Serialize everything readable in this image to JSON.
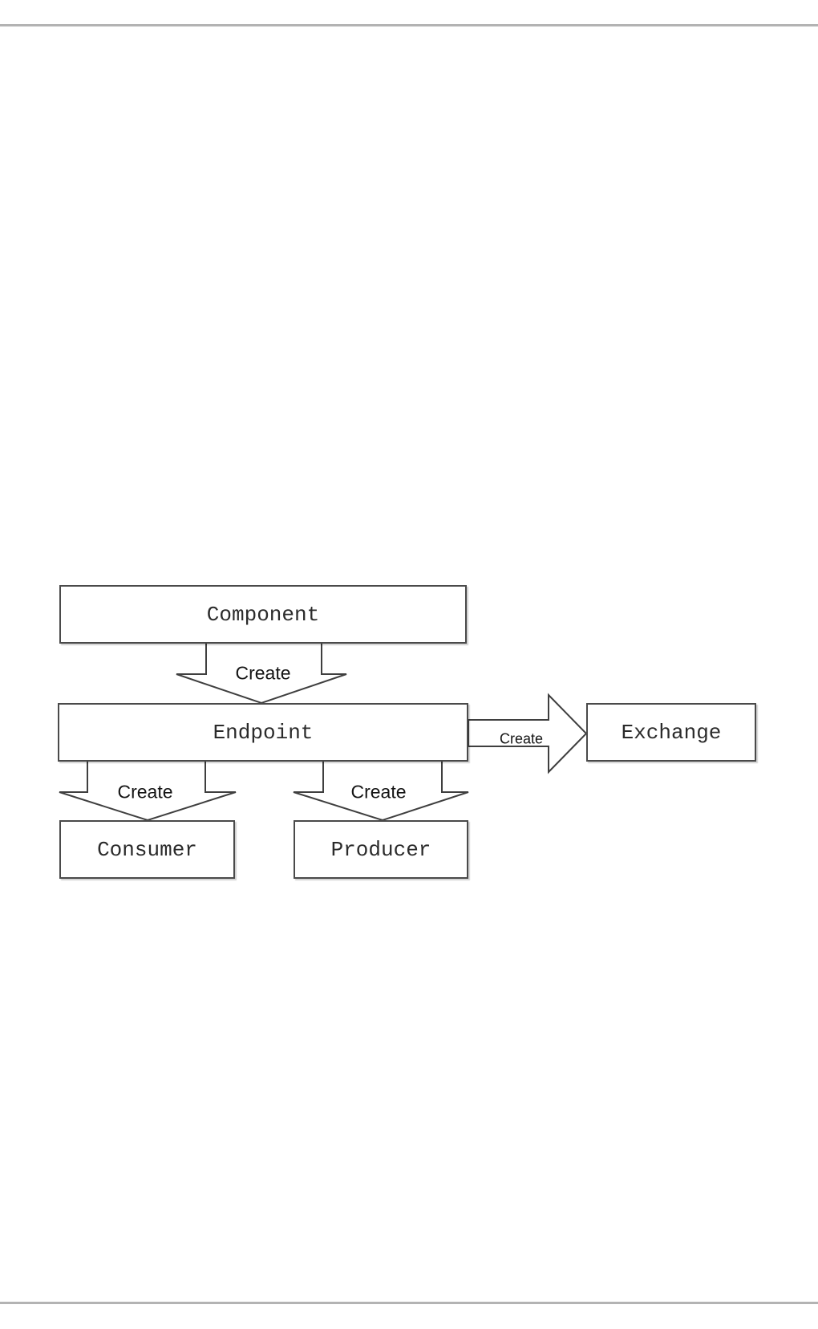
{
  "page": {
    "background_color": "#ffffff",
    "rule_color": "#b3b3b3"
  },
  "diagram": {
    "nodes": [
      {
        "id": "component",
        "label": "Component"
      },
      {
        "id": "endpoint",
        "label": "Endpoint"
      },
      {
        "id": "exchange",
        "label": "Exchange"
      },
      {
        "id": "consumer",
        "label": "Consumer"
      },
      {
        "id": "producer",
        "label": "Producer"
      }
    ],
    "edges": [
      {
        "from": "component",
        "to": "endpoint",
        "label": "Create",
        "direction": "down"
      },
      {
        "from": "endpoint",
        "to": "exchange",
        "label": "Create",
        "direction": "right"
      },
      {
        "from": "endpoint",
        "to": "consumer",
        "label": "Create",
        "direction": "down"
      },
      {
        "from": "endpoint",
        "to": "producer",
        "label": "Create",
        "direction": "down"
      }
    ],
    "colors": {
      "box_border": "#4a4a4a",
      "arrow_outline": "#3f3f3f",
      "node_text": "#2b2b2b",
      "edge_label_text": "#141414"
    }
  }
}
